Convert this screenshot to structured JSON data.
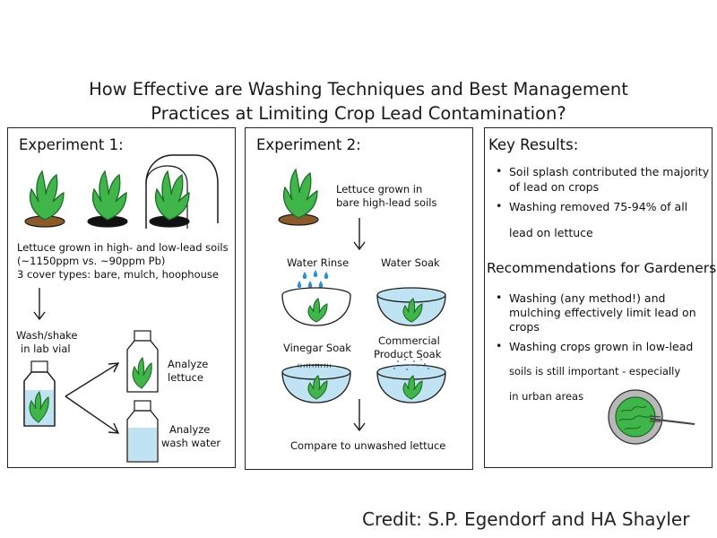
{
  "title": {
    "line1": "How Effective are Washing Techniques and Best Management",
    "line2": "Practices at Limiting Crop Lead Contamination?"
  },
  "experiment1": {
    "heading": "Experiment 1:",
    "soil_line1": "Lettuce grown in high- and low-lead soils",
    "soil_line2": "(~1150ppm vs. ~90ppm Pb)",
    "soil_line3": "3 cover types: bare, mulch, hoophouse",
    "wash_line1": "Wash/shake",
    "wash_line2": "in lab vial",
    "analyze_lettuce_line1": "Analyze",
    "analyze_lettuce_line2": "lettuce",
    "analyze_water_line1": "Analyze",
    "analyze_water_line2": "wash water"
  },
  "experiment2": {
    "heading": "Experiment 2:",
    "grown_line1": "Lettuce grown in",
    "grown_line2": "bare high-lead soils",
    "water_rinse": "Water Rinse",
    "water_soak": "Water Soak",
    "vinegar_soak": "Vinegar Soak",
    "commercial_line1": "Commercial",
    "commercial_line2": "Product Soak",
    "vinegar_marks": "H+H+H+H+",
    "compare": "Compare to unwashed lettuce"
  },
  "key_results": {
    "heading": "Key Results:",
    "b1_line1": "Soil splash contributed the majority",
    "b1_line2": "of lead on crops",
    "b2_line1": "Washing removed 75-94% of all",
    "b2_line2": "lead on lettuce"
  },
  "recommendations": {
    "heading": "Recommendations for Gardeners:",
    "b1_line1": "Washing (any method!) and",
    "b1_line2": "mulching effectively limit lead on",
    "b1_line3": "crops",
    "b2_line1": "Washing crops grown in low-lead",
    "b2_line2": "soils is still important - especially",
    "b2_line3": "in urban areas"
  },
  "credit": "Credit: S.P. Egendorf and HA Shayler",
  "colors": {
    "lettuce": "#3fb54a",
    "lettuce_dark": "#1f6b2a",
    "soil": "#8b5a2b",
    "water": "#bfe3f2",
    "water_drop": "#2f8fd1",
    "outline": "#1a1a1a"
  }
}
